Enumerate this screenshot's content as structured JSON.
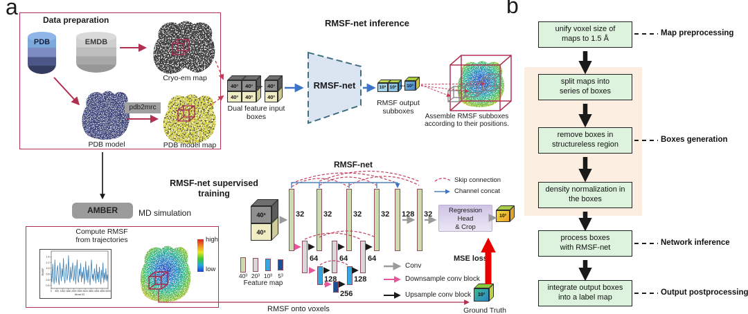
{
  "colors": {
    "accent_red": "#b03052",
    "arrow_blue": "#3d74c8",
    "skip_red": "#c23b5a",
    "downsample_pink": "#e8559a",
    "mse_red": "#e80000",
    "flow_box_green": "#ddf3de",
    "flow_bg_peach": "#fdeee2",
    "bar_green": "#ccdcae",
    "bar_gray": "#dad6da",
    "bar_cyan": "#35a8e0",
    "bar_darkblue": "#1f4e96",
    "net_fill": "#dbe5f2"
  },
  "panel_a": {
    "label": "a",
    "data_preparation": {
      "title": "Data preparation",
      "pdb": "PDB",
      "emdb": "EMDB",
      "cryoem_caption": "Cryo-em map",
      "pdb_model_caption": "PDB model",
      "pdb2mrc": "pdb2mrc",
      "pdb_model_map_caption": "PDB model map"
    },
    "inference": {
      "title": "RMSF-net inference",
      "box40": "40³",
      "box10": "10³",
      "dots": "...",
      "input_caption": "Dual feature input boxes",
      "net_label": "RMSF-net",
      "output_caption": "RMSF output subboxes",
      "assemble_caption": "Assemble RMSF subboxes according to their positions."
    },
    "training": {
      "title": "RMSF-net supervised training",
      "amber": "AMBER",
      "md": "MD simulation",
      "compute_caption": "Compute RMSF from trajectories",
      "high": "high",
      "low": "low",
      "rmsf_onto_voxels": "RMSF onto voxels",
      "mse": "MSE loss",
      "ground_truth": "Ground Truth"
    },
    "network": {
      "title": "RMSF-net",
      "channels_top": [
        "32",
        "32",
        "32",
        "32",
        "128",
        "32"
      ],
      "channels_l2": [
        "64",
        "64",
        "64"
      ],
      "channels_l3": [
        "128",
        "128"
      ],
      "channel_l4": "256",
      "regression": "Regression\nHead\n& Crop",
      "legend_skip": "Skip connection",
      "legend_concat": "Channel concat",
      "legend_conv": "Conv",
      "legend_down": "Downsample conv block",
      "legend_up": "Upsample conv block",
      "feature_caption": "Feature map",
      "feature_sizes": [
        "40³",
        "20³",
        "10³",
        "5³"
      ]
    },
    "chart": {
      "type": "line",
      "ylabel": "RMSF",
      "xlabel": "Atom ID",
      "yticks": [
        "1.4",
        "1.2",
        "1.0",
        "0.8",
        "0.6",
        "0.4"
      ],
      "xticks": [
        "0",
        "500",
        "1000",
        "1500",
        "2000",
        "2500",
        "3000",
        "3500",
        "4000",
        "4500",
        "5000"
      ],
      "values": [
        0.9,
        0.52,
        1.15,
        0.68,
        0.45,
        1.3,
        0.75,
        0.5,
        0.95,
        1.1,
        0.6,
        0.42,
        1.2,
        0.85,
        0.55,
        1.0,
        0.7,
        1.35,
        0.65,
        0.48,
        0.9,
        1.15,
        0.58,
        0.75,
        1.45,
        0.8,
        0.5,
        1.05,
        0.62,
        0.92,
        1.2,
        0.55,
        0.7,
        1.1,
        0.45,
        0.85,
        1.3,
        0.6,
        0.5,
        0.98,
        0.72,
        1.18,
        0.52,
        0.88,
        0.65,
        1.05,
        0.45,
        0.78,
        1.25,
        0.58,
        0.95,
        0.5,
        1.1,
        0.68,
        0.42,
        0.9,
        1.3,
        0.62,
        0.8,
        0.55,
        1.0,
        0.75,
        0.48,
        1.15,
        0.6,
        0.88,
        0.52,
        1.05,
        0.7,
        0.45,
        0.95,
        0.65,
        1.2,
        0.5,
        0.85,
        0.6,
        1.0,
        0.55,
        0.78,
        0.5
      ]
    }
  },
  "panel_b": {
    "label": "b",
    "steps": [
      "unify voxel size of maps to 1.5 Å",
      "split maps into series of boxes",
      "remove boxes in structureless region",
      "density normalization in the boxes",
      "process boxes with RMSF-net",
      "integrate output boxes into a label map"
    ],
    "annotations": [
      "Map preprocessing",
      "Boxes generation",
      "Network inference",
      "Output postprocessing"
    ]
  }
}
